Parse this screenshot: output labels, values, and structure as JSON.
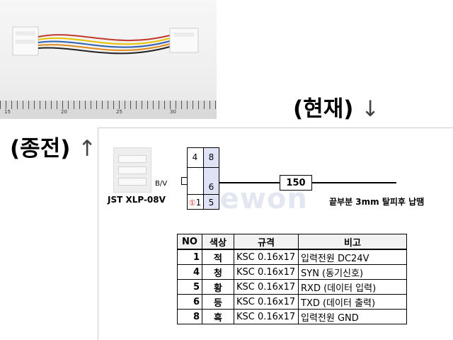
{
  "photo": {
    "ruler_numbers": [
      "15",
      "20",
      "25",
      "30"
    ]
  },
  "headings": {
    "current": "(현재)",
    "current_arrow": "↓",
    "previous": "(종전)",
    "previous_arrow": "↑"
  },
  "diagram": {
    "bv_label": "B/V",
    "connector_name": "JST XLP-08V",
    "pins": {
      "row1_left": "4",
      "row1_right": "8",
      "row2_right": "6",
      "row3_marker": "①",
      "row3_left": "1",
      "row3_right": "5"
    },
    "length": "150",
    "strip_note": "끝부분 3mm 탈피후 납땜",
    "watermark": "sewon"
  },
  "table": {
    "headers": [
      "NO",
      "색상",
      "규격",
      "비고"
    ],
    "rows": [
      {
        "no": "1",
        "color": "적",
        "spec": "KSC 0.16x17",
        "remark": "입력전원 DC24V"
      },
      {
        "no": "4",
        "color": "청",
        "spec": "KSC 0.16x17",
        "remark": "SYN (동기신호)"
      },
      {
        "no": "5",
        "color": "황",
        "spec": "KSC 0.16x17",
        "remark": "RXD (데이터 입력)"
      },
      {
        "no": "6",
        "color": "등",
        "spec": "KSC 0.16x17",
        "remark": "TXD (데이터 출력)"
      },
      {
        "no": "8",
        "color": "흑",
        "spec": "KSC 0.16x17",
        "remark": "입력전원 GND"
      }
    ]
  }
}
